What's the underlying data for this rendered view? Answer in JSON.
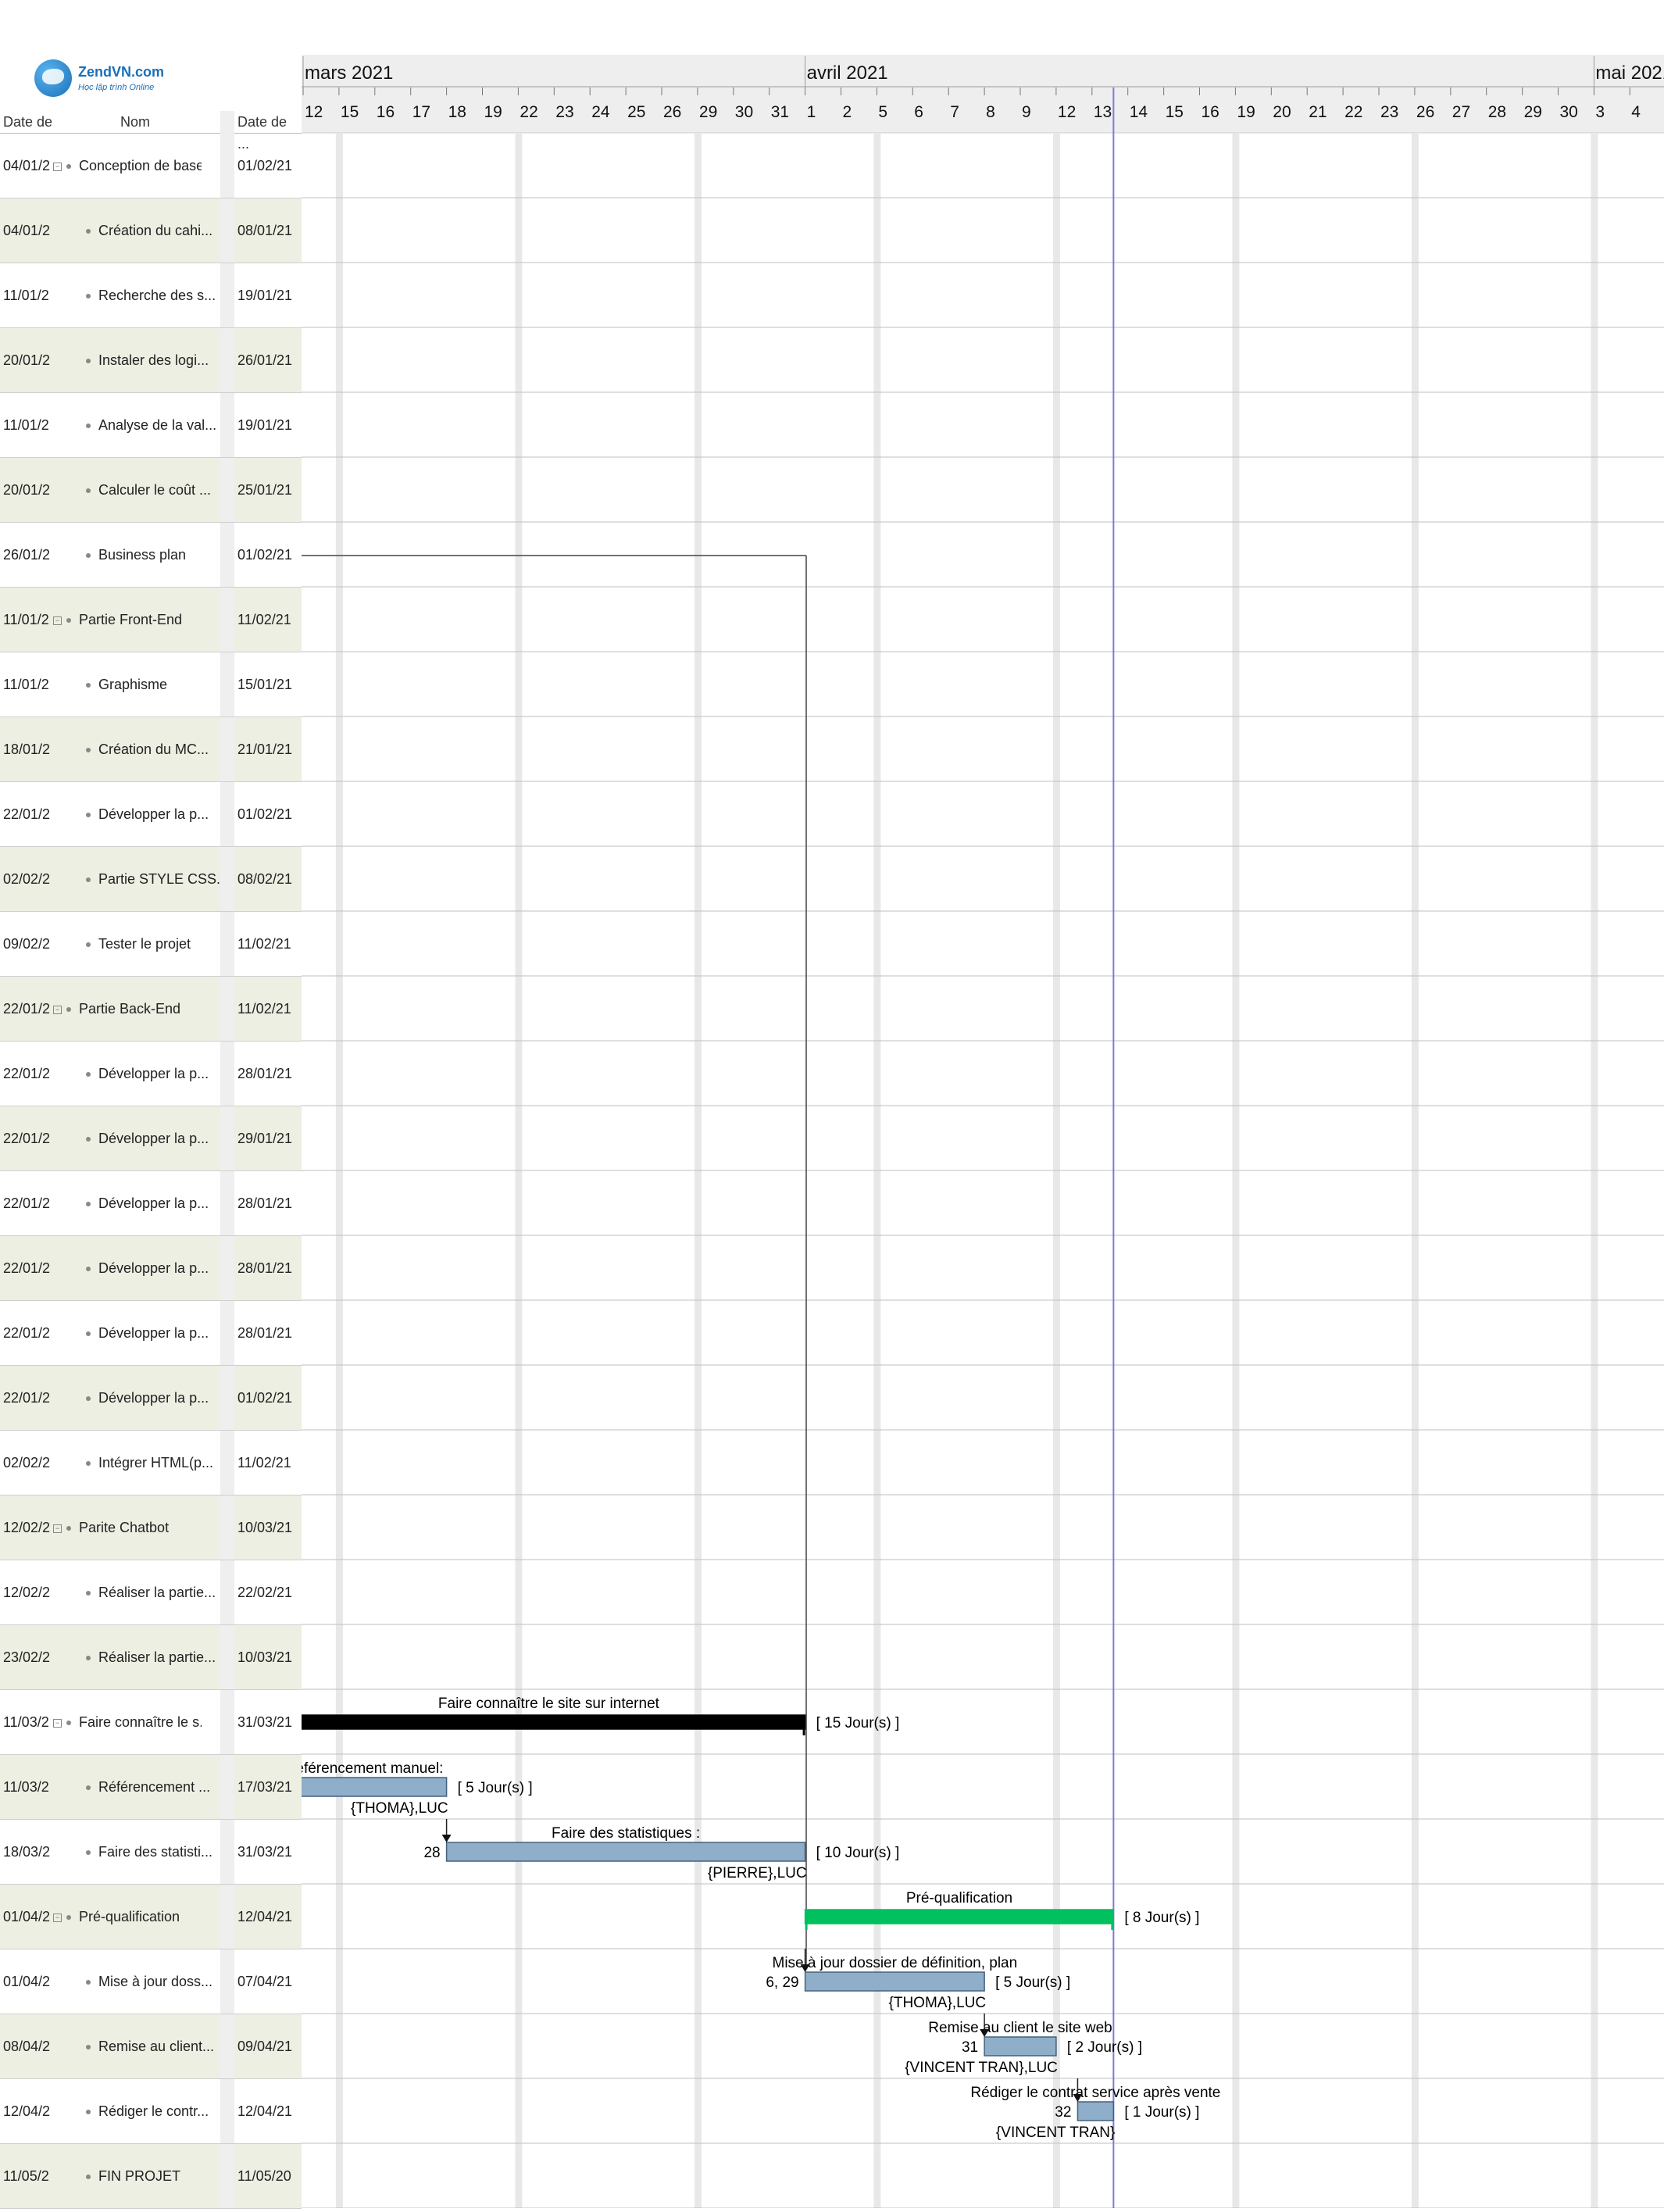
{
  "logo": {
    "name": "ZendVN.com",
    "tagline": "Học lập trình Online"
  },
  "columns": {
    "start": "Date de",
    "name": "Nom",
    "end": "Date de ..."
  },
  "rows": [
    {
      "start": "04/01/2",
      "name": "Conception de base",
      "end": "01/02/21",
      "group": true
    },
    {
      "start": "04/01/2",
      "name": "Création du cahi...",
      "end": "08/01/21",
      "group": false
    },
    {
      "start": "11/01/2",
      "name": "Recherche des s...",
      "end": "19/01/21",
      "group": false
    },
    {
      "start": "20/01/2",
      "name": "Instaler des logi...",
      "end": "26/01/21",
      "group": false
    },
    {
      "start": "11/01/2",
      "name": "Analyse de la val...",
      "end": "19/01/21",
      "group": false
    },
    {
      "start": "20/01/2",
      "name": "Calculer le coût ...",
      "end": "25/01/21",
      "group": false
    },
    {
      "start": "26/01/2",
      "name": "Business plan",
      "end": "01/02/21",
      "group": false
    },
    {
      "start": "11/01/2",
      "name": "Partie Front-End",
      "end": "11/02/21",
      "group": true
    },
    {
      "start": "11/01/2",
      "name": "Graphisme",
      "end": "15/01/21",
      "group": false
    },
    {
      "start": "18/01/2",
      "name": "Création du MC...",
      "end": "21/01/21",
      "group": false
    },
    {
      "start": "22/01/2",
      "name": "Développer la p...",
      "end": "01/02/21",
      "group": false
    },
    {
      "start": "02/02/2",
      "name": "Partie STYLE CSS...",
      "end": "08/02/21",
      "group": false
    },
    {
      "start": "09/02/2",
      "name": "Tester le projet",
      "end": "11/02/21",
      "group": false
    },
    {
      "start": "22/01/2",
      "name": "Partie Back-End",
      "end": "11/02/21",
      "group": true
    },
    {
      "start": "22/01/2",
      "name": "Développer la p...",
      "end": "28/01/21",
      "group": false
    },
    {
      "start": "22/01/2",
      "name": "Développer la p...",
      "end": "29/01/21",
      "group": false
    },
    {
      "start": "22/01/2",
      "name": "Développer la p...",
      "end": "28/01/21",
      "group": false
    },
    {
      "start": "22/01/2",
      "name": "Développer la p...",
      "end": "28/01/21",
      "group": false
    },
    {
      "start": "22/01/2",
      "name": "Développer la p...",
      "end": "28/01/21",
      "group": false
    },
    {
      "start": "22/01/2",
      "name": "Développer la p...",
      "end": "01/02/21",
      "group": false
    },
    {
      "start": "02/02/2",
      "name": "Intégrer HTML(p...",
      "end": "11/02/21",
      "group": false
    },
    {
      "start": "12/02/2",
      "name": "Parite Chatbot",
      "end": "10/03/21",
      "group": true
    },
    {
      "start": "12/02/2",
      "name": "Réaliser la partie...",
      "end": "22/02/21",
      "group": false
    },
    {
      "start": "23/02/2",
      "name": "Réaliser la partie...",
      "end": "10/03/21",
      "group": false
    },
    {
      "start": "11/03/2",
      "name": "Faire connaître le s...",
      "end": "31/03/21",
      "group": true
    },
    {
      "start": "11/03/2",
      "name": "Référencement ...",
      "end": "17/03/21",
      "group": false
    },
    {
      "start": "18/03/2",
      "name": "Faire des statisti...",
      "end": "31/03/21",
      "group": false
    },
    {
      "start": "01/04/2",
      "name": "Pré-qualification",
      "end": "12/04/21",
      "group": true
    },
    {
      "start": "01/04/2",
      "name": "Mise à jour doss...",
      "end": "07/04/21",
      "group": false
    },
    {
      "start": "08/04/2",
      "name": "Remise au client...",
      "end": "09/04/21",
      "group": false
    },
    {
      "start": "12/04/2",
      "name": "Rédiger le contr...",
      "end": "12/04/21",
      "group": false
    },
    {
      "start": "11/05/2",
      "name": "FIN PROJET",
      "end": "11/05/20",
      "group": false
    }
  ],
  "timeline": {
    "months": [
      {
        "label": "mars 2021",
        "col": 0
      },
      {
        "label": "avril 2021",
        "col": 14
      },
      {
        "label": "mai 2021",
        "col": 36
      }
    ],
    "days": [
      "12",
      "15",
      "16",
      "17",
      "18",
      "19",
      "22",
      "23",
      "24",
      "25",
      "26",
      "29",
      "30",
      "31",
      "1",
      "2",
      "5",
      "6",
      "7",
      "8",
      "9",
      "12",
      "13",
      "14",
      "15",
      "16",
      "19",
      "20",
      "21",
      "22",
      "23",
      "26",
      "27",
      "28",
      "29",
      "30",
      "3",
      "4"
    ],
    "today_col": 22.6
  },
  "bars": [
    {
      "row": 24,
      "label": "Faire connaître le site sur internet",
      "duration": "[ 15 Jour(s) ]",
      "style": "summary",
      "start": -0.3,
      "end": 14.0
    },
    {
      "row": 25,
      "label": "éférencement manuel:",
      "duration": "[ 5 Jour(s) ]",
      "resource": "{THOMA},LUC",
      "style": "task",
      "start": -0.3,
      "end": 4.0
    },
    {
      "row": 26,
      "label": "Faire des statistiques :",
      "duration": "[ 10 Jour(s) ]",
      "resource": "{PIERRE},LUC",
      "predecessor": "28",
      "style": "task",
      "start": 4.0,
      "end": 14.0
    },
    {
      "row": 27,
      "label": "Pré-qualification",
      "duration": "[ 8 Jour(s) ]",
      "style": "green",
      "start": 14.0,
      "end": 22.6
    },
    {
      "row": 28,
      "label": "Mise à jour dossier de définition, plan",
      "duration": "[ 5 Jour(s) ]",
      "resource": "{THOMA},LUC",
      "predecessor": "6, 29",
      "style": "task",
      "start": 14.0,
      "end": 19.0
    },
    {
      "row": 29,
      "label": "Remise au client le site web",
      "duration": "[ 2 Jour(s) ]",
      "resource": "{VINCENT TRAN},LUC",
      "predecessor": "31",
      "style": "task",
      "start": 19.0,
      "end": 21.0
    },
    {
      "row": 30,
      "label": "Rédiger le contrat service après vente",
      "duration": "[ 1 Jour(s) ]",
      "resource": "{VINCENT TRAN}",
      "predecessor": "32",
      "style": "task",
      "start": 21.6,
      "end": 22.6
    }
  ],
  "colors": {
    "task": "#8eaec9",
    "summary": "#000000",
    "green": "#00c060",
    "today": "#7b7bd8",
    "weekend": "#e8e8e8"
  }
}
